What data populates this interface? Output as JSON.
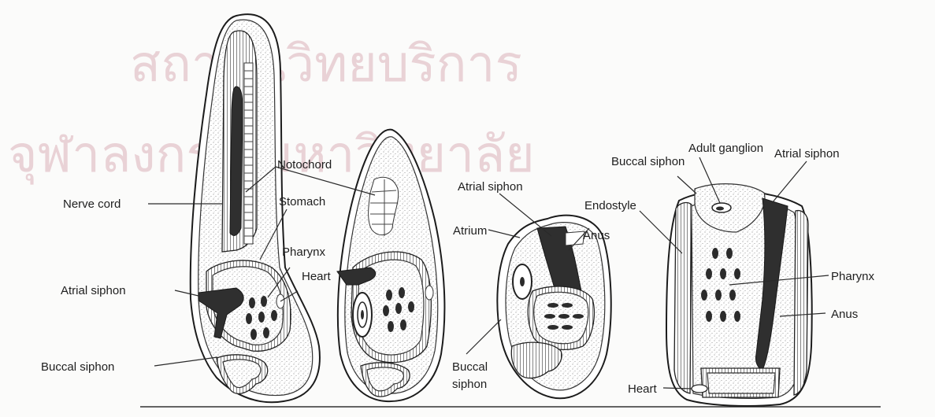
{
  "watermark": {
    "line1": "สถาบันวิทยบริการ",
    "line2": "จุฬาลงกรณ์มหาวิทยาลัย"
  },
  "labels": {
    "nerve_cord": "Nerve cord",
    "atrial_siphon_1": "Atrial siphon",
    "buccal_siphon_1": "Buccal siphon",
    "notochord": "Notochord",
    "stomach": "Stomach",
    "pharynx_1": "Pharynx",
    "heart_1": "Heart",
    "atrial_siphon_2": "Atrial siphon",
    "atrium": "Atrium",
    "anus_1": "Anus",
    "buccal_2": "Buccal",
    "siphon_2": "siphon",
    "adult_ganglion": "Adult ganglion",
    "buccal_siphon_3": "Buccal siphon",
    "atrial_siphon_3": "Atrial siphon",
    "endostyle": "Endostyle",
    "pharynx_2": "Pharynx",
    "anus_2": "Anus",
    "heart_2": "Heart"
  },
  "colors": {
    "watermark": "#e9d2d6",
    "ink": "#1e1e1e",
    "dark_tissue": "#2f2f2f"
  }
}
